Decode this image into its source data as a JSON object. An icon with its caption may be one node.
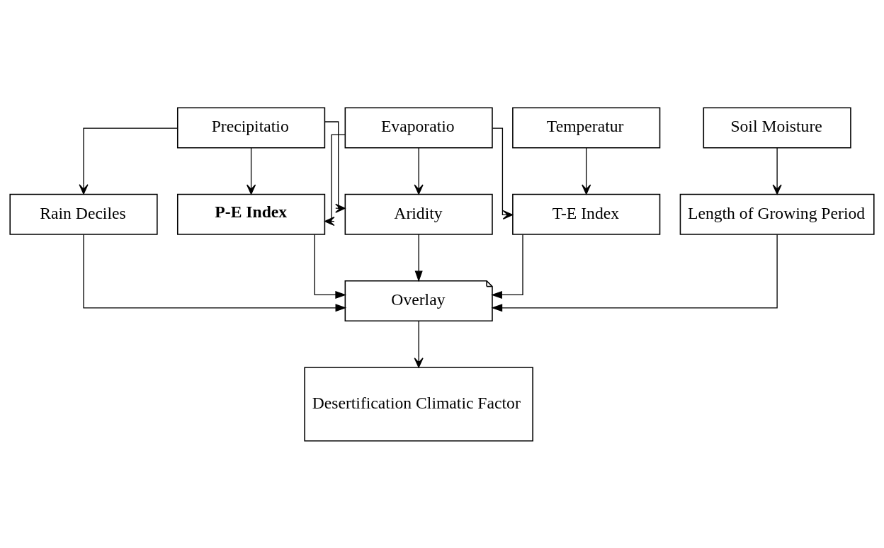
{
  "diagram": {
    "nodes": [
      {
        "text": [
          "Precipitatio"
        ]
      },
      {
        "text": [
          "Evaporatio"
        ]
      },
      {
        "text": [
          "Temperatur"
        ]
      },
      {
        "text": [
          "Soil Moisture"
        ]
      },
      {
        "text": [
          "Rain Deciles"
        ]
      },
      {
        "text": [
          "Aridity"
        ]
      },
      {
        "text": [
          "**P-E Index**"
        ]
      },
      {
        "text": [
          "T-E Index"
        ]
      },
      {
        "text": [
          "Length of Growing Period"
        ]
      },
      {
        "text": [
          "Overlay"
        ]
      },
      {
        "text": [
          "Desertification Climatic Factor"
        ]
      }
    ],
    "edges": [
      {
        "from": 0,
        "to": 4,
        "arrow": "to"
      },
      {
        "from": 0,
        "to": 5,
        "arrow": "to"
      },
      {
        "from": 0,
        "to": 6,
        "arrow": "to"
      },
      {
        "from": 1,
        "to": 5,
        "arrow": "to"
      },
      {
        "from": 1,
        "to": 6,
        "arrow": "to"
      },
      {
        "from": 1,
        "to": 7,
        "arrow": "to"
      },
      {
        "from": 2,
        "to": 7,
        "arrow": "to"
      },
      {
        "from": 3,
        "to": 8,
        "arrow": "to"
      },
      {
        "from": 4,
        "to": 9,
        "arrow": "to"
      },
      {
        "from": 5,
        "to": 9,
        "arrow": "to"
      },
      {
        "from": 6,
        "to": 9,
        "arrow": "to"
      },
      {
        "from": 7,
        "to": 9,
        "arrow": "to"
      },
      {
        "from": 8,
        "to": 9,
        "arrow": "to"
      },
      {
        "from": 9,
        "to": 10,
        "arrow": "to"
      }
    ]
  }
}
